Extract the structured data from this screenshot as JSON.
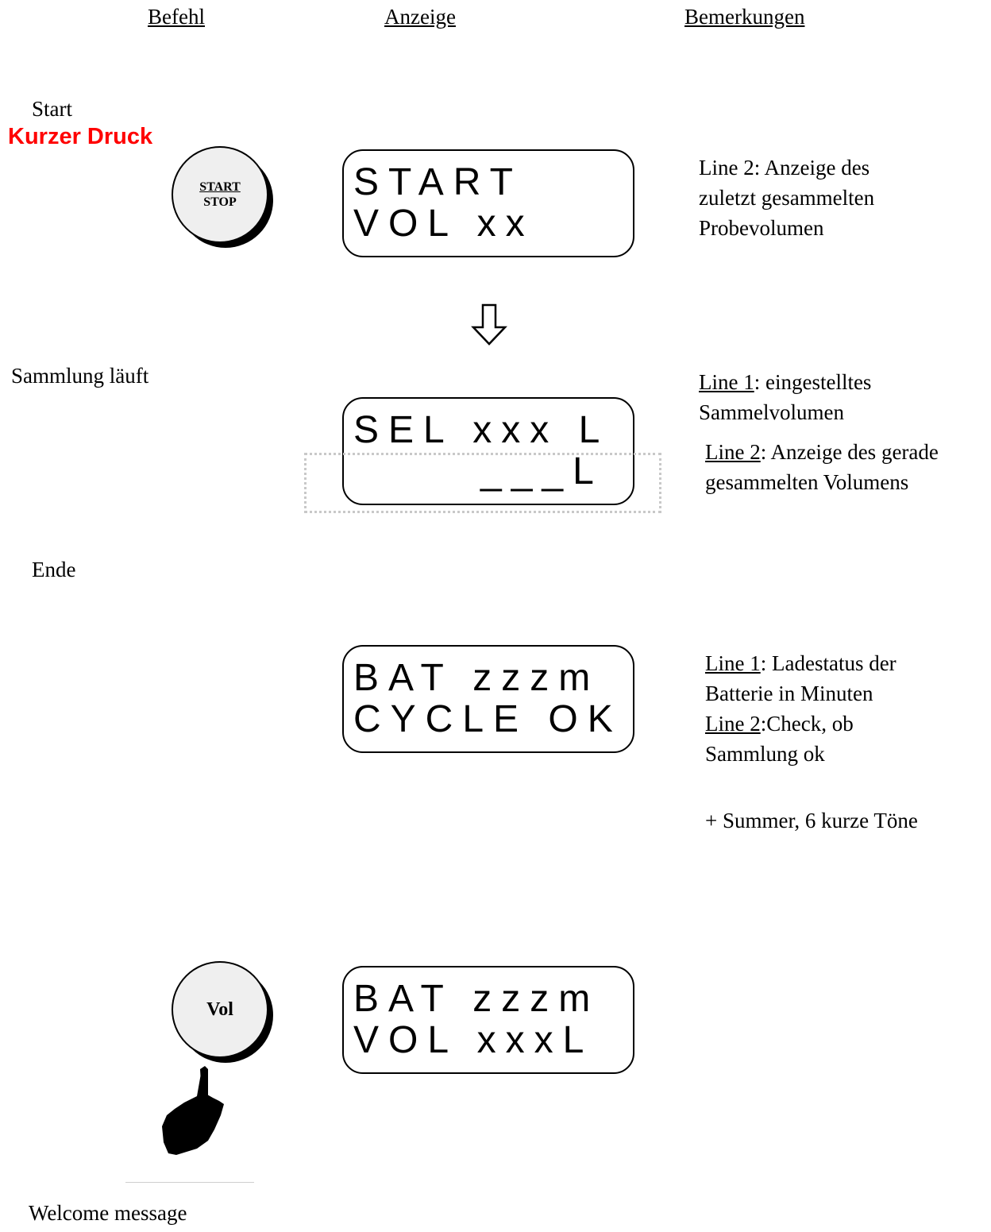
{
  "header": {
    "col_command": "Befehl",
    "col_display": "Anzeige",
    "col_remarks": "Bemerkungen"
  },
  "step_start": {
    "label": "Start",
    "action": "Kurzer Druck",
    "button": {
      "line1": "START",
      "line2": "STOP"
    },
    "display": {
      "line1": "START",
      "line2": "VOL xx"
    },
    "remark": [
      "Line 2:  Anzeige des",
      "zuletzt gesammelten",
      "Probevolumen"
    ]
  },
  "step_running": {
    "label": "Sammlung läuft",
    "display": {
      "line1": "SEL xxx L",
      "line2": "___L"
    },
    "remark1_key": "Line 1",
    "remark1_text": ": eingestelltes",
    "remark1_line2": "Sammelvolumen",
    "remark2_key": "Line 2",
    "remark2_text": ": Anzeige des gerade",
    "remark2_line2": "gesammelten Volumens"
  },
  "step_end": {
    "label": "Ende",
    "display": {
      "line1": "BAT zzzm",
      "line2": "CYCLE OK"
    },
    "remark1_key": "Line 1",
    "remark1_text": ": Ladestatus der",
    "remark1_line2": "Batterie in Minuten",
    "remark2_key": "Line 2",
    "remark2_text": ":Check, ob",
    "remark2_line2": "Sammlung ok",
    "buzzer": "+ Summer, 6 kurze Töne"
  },
  "step_vol": {
    "button": "Vol",
    "display": {
      "line1": "BAT zzzm",
      "line2": "VOL xxxL"
    },
    "caption": "Welcome message"
  },
  "icons": [
    "down-arrow-icon",
    "pointing-hand-icon"
  ]
}
